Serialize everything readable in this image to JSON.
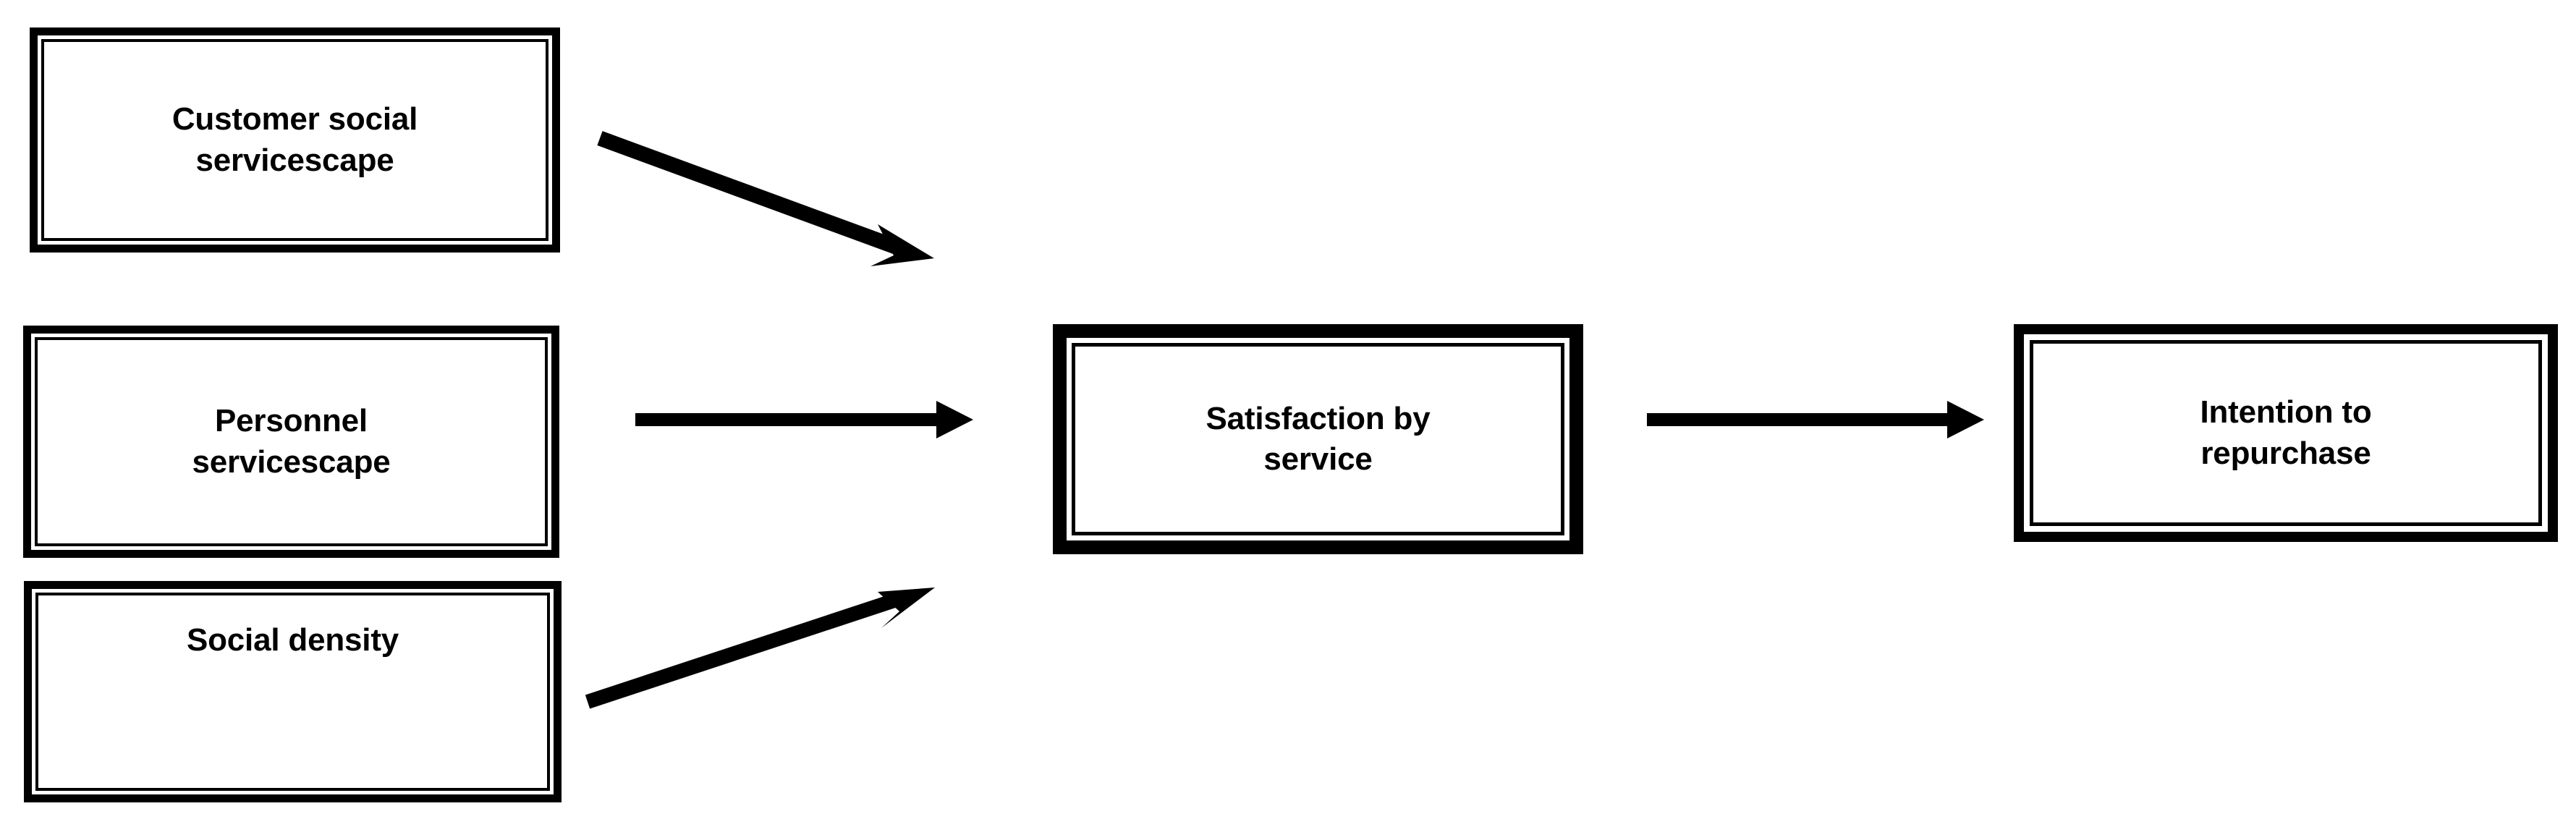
{
  "diagram": {
    "type": "conceptual-model-flow",
    "background_color": "#ffffff",
    "line_color": "#000000",
    "text_color": "#000000",
    "nodes": [
      {
        "id": "customer-social-servicescape",
        "label": "Customer social\nservicescape",
        "column": "antecedent",
        "row": 1
      },
      {
        "id": "personnel-servicescape",
        "label": "Personnel\nservicescape",
        "column": "antecedent",
        "row": 2
      },
      {
        "id": "social-density",
        "label": "Social density",
        "column": "antecedent",
        "row": 3
      },
      {
        "id": "satisfaction-by-service",
        "label": "Satisfaction by\nservice",
        "column": "mediator",
        "row": 2
      },
      {
        "id": "intention-to-repurchase",
        "label": "Intention to\nrepurchase",
        "column": "outcome",
        "row": 2
      }
    ],
    "edges": [
      {
        "id": "edge-customer-to-satisfaction",
        "from": "customer-social-servicescape",
        "to": "satisfaction-by-service",
        "direction": "diagonal-down-right",
        "label": ""
      },
      {
        "id": "edge-personnel-to-satisfaction",
        "from": "personnel-servicescape",
        "to": "satisfaction-by-service",
        "direction": "horizontal-right",
        "label": ""
      },
      {
        "id": "edge-density-to-satisfaction",
        "from": "social-density",
        "to": "satisfaction-by-service",
        "direction": "diagonal-up-right",
        "label": ""
      },
      {
        "id": "edge-satisfaction-to-intention",
        "from": "satisfaction-by-service",
        "to": "intention-to-repurchase",
        "direction": "horizontal-right",
        "label": ""
      }
    ]
  }
}
